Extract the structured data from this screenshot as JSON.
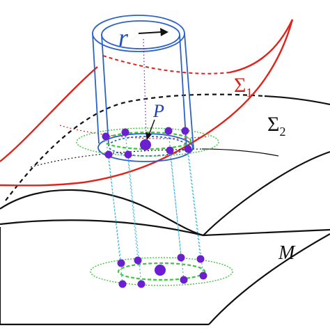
{
  "labels": {
    "radius": "r",
    "point": "P",
    "manifold": "M",
    "surface1": "Σ",
    "surface1_sub": "1",
    "surface2": "Σ",
    "surface2_sub": "2"
  },
  "colors": {
    "surface1": "#e0231b",
    "surface2": "#111111",
    "plane": "#111111",
    "cylinder": "#2a62c9",
    "points": "#6a1fd0",
    "ellipse": "#3fc43c",
    "projection": "#39b6dc",
    "radius_label": "#1f4fbf",
    "point_label": "#1f3fb0",
    "surface1_label": "#d9201a"
  }
}
